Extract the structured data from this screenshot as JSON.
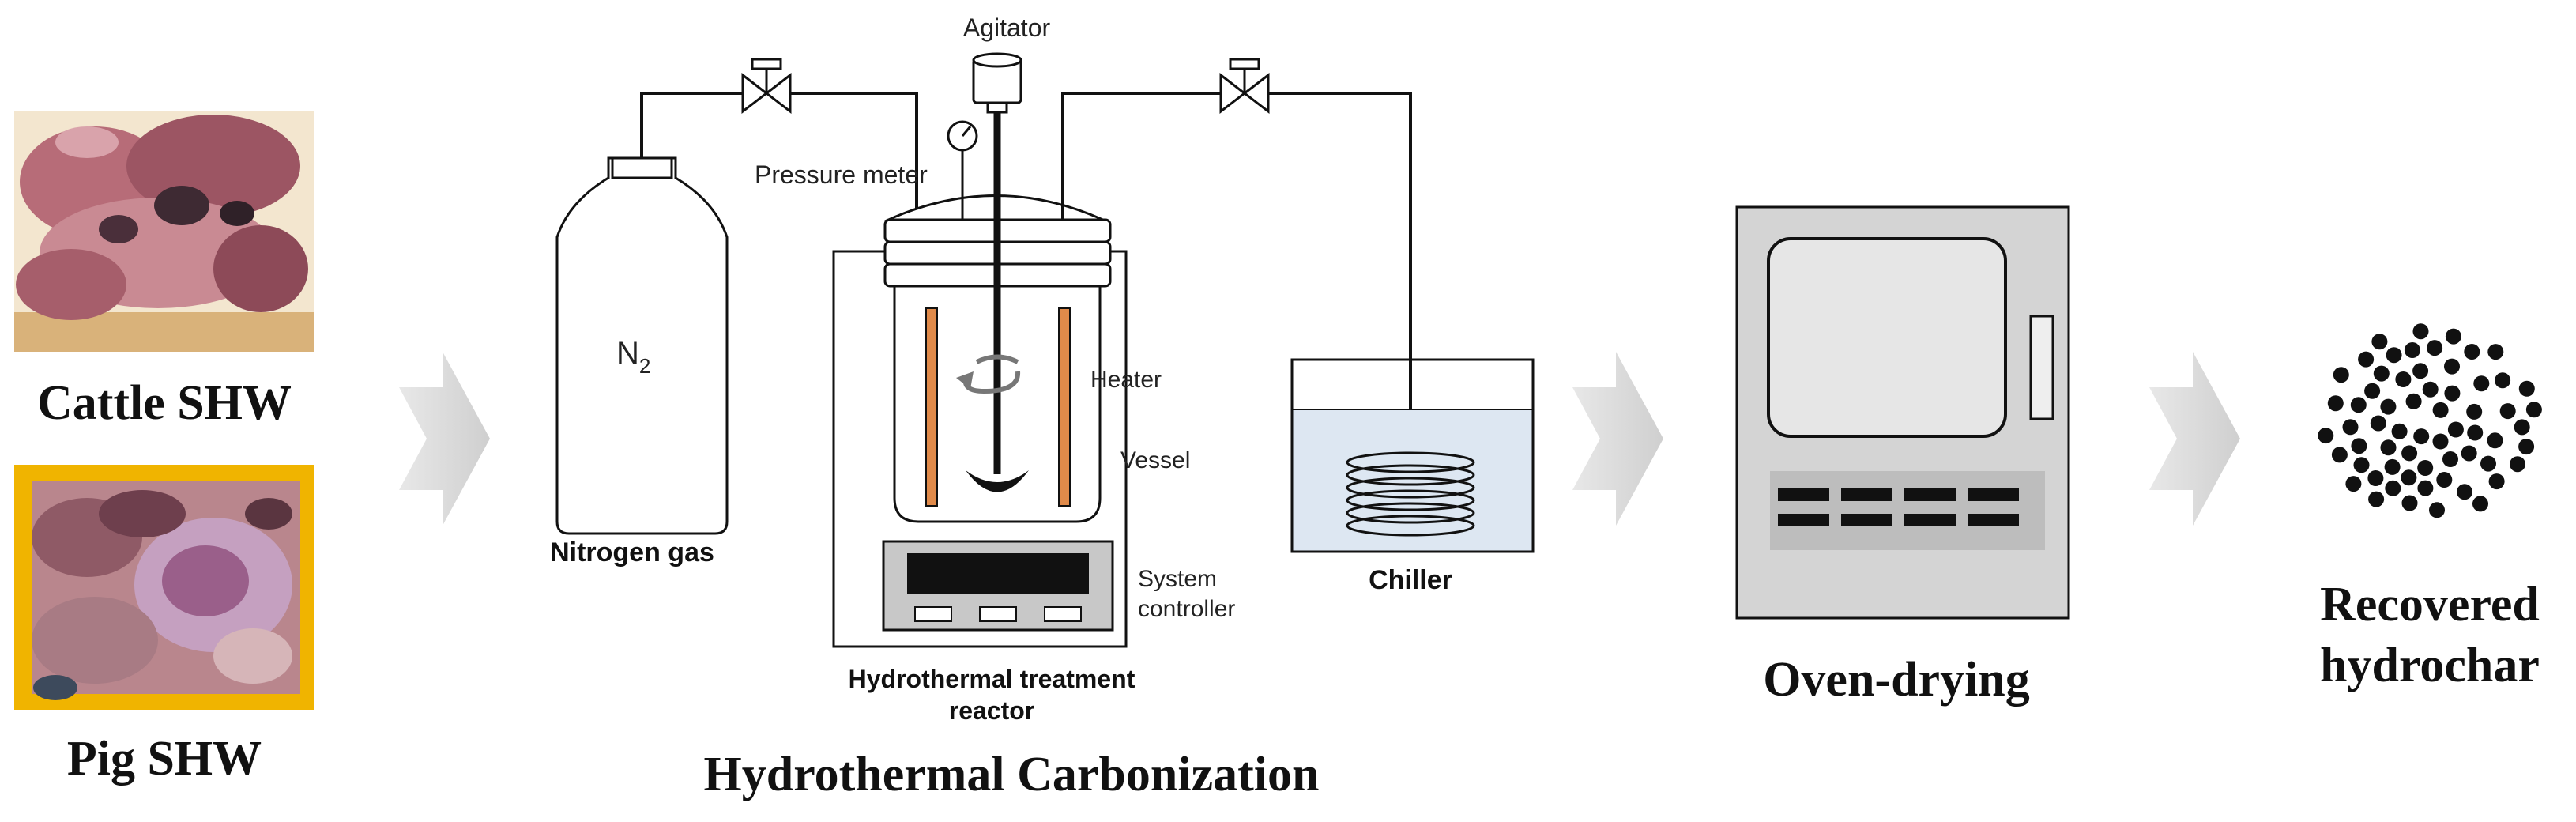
{
  "inputs": {
    "cattle_label": "Cattle SHW",
    "pig_label": "Pig SHW"
  },
  "htc": {
    "section_title": "Hydrothermal Carbonization",
    "nitrogen": {
      "gas_formula_base": "N",
      "gas_formula_sub": "2",
      "label": "Nitrogen gas"
    },
    "agitator_label": "Agitator",
    "pressure_meter_label": "Pressure meter",
    "heater_label": "Heater",
    "vessel_label": "Vessel",
    "controller_label_line1": "System",
    "controller_label_line2": "controller",
    "reactor_label_line1": "Hydrothermal treatment",
    "reactor_label_line2": "reactor",
    "chiller_label": "Chiller"
  },
  "drying": {
    "label": "Oven-drying"
  },
  "output": {
    "label_line1": "Recovered",
    "label_line2": "hydrochar"
  },
  "colors": {
    "arrow_fill": "#d9d9d9",
    "chiller_water": "#dde7f2",
    "heater_rod": "#e08a4a",
    "oven_body": "#d4d4d4",
    "oven_window": "#e6e6e6",
    "controller_panel": "#c8c8c8",
    "meat_dark": "#6b3b44",
    "meat_light": "#c98a93",
    "crate_yellow": "#f2b400",
    "char_particle": "#111111"
  },
  "icons": [
    "right-arrow-icon",
    "valve-icon",
    "pressure-gauge-icon",
    "rotation-arrow-icon",
    "coil-icon"
  ]
}
